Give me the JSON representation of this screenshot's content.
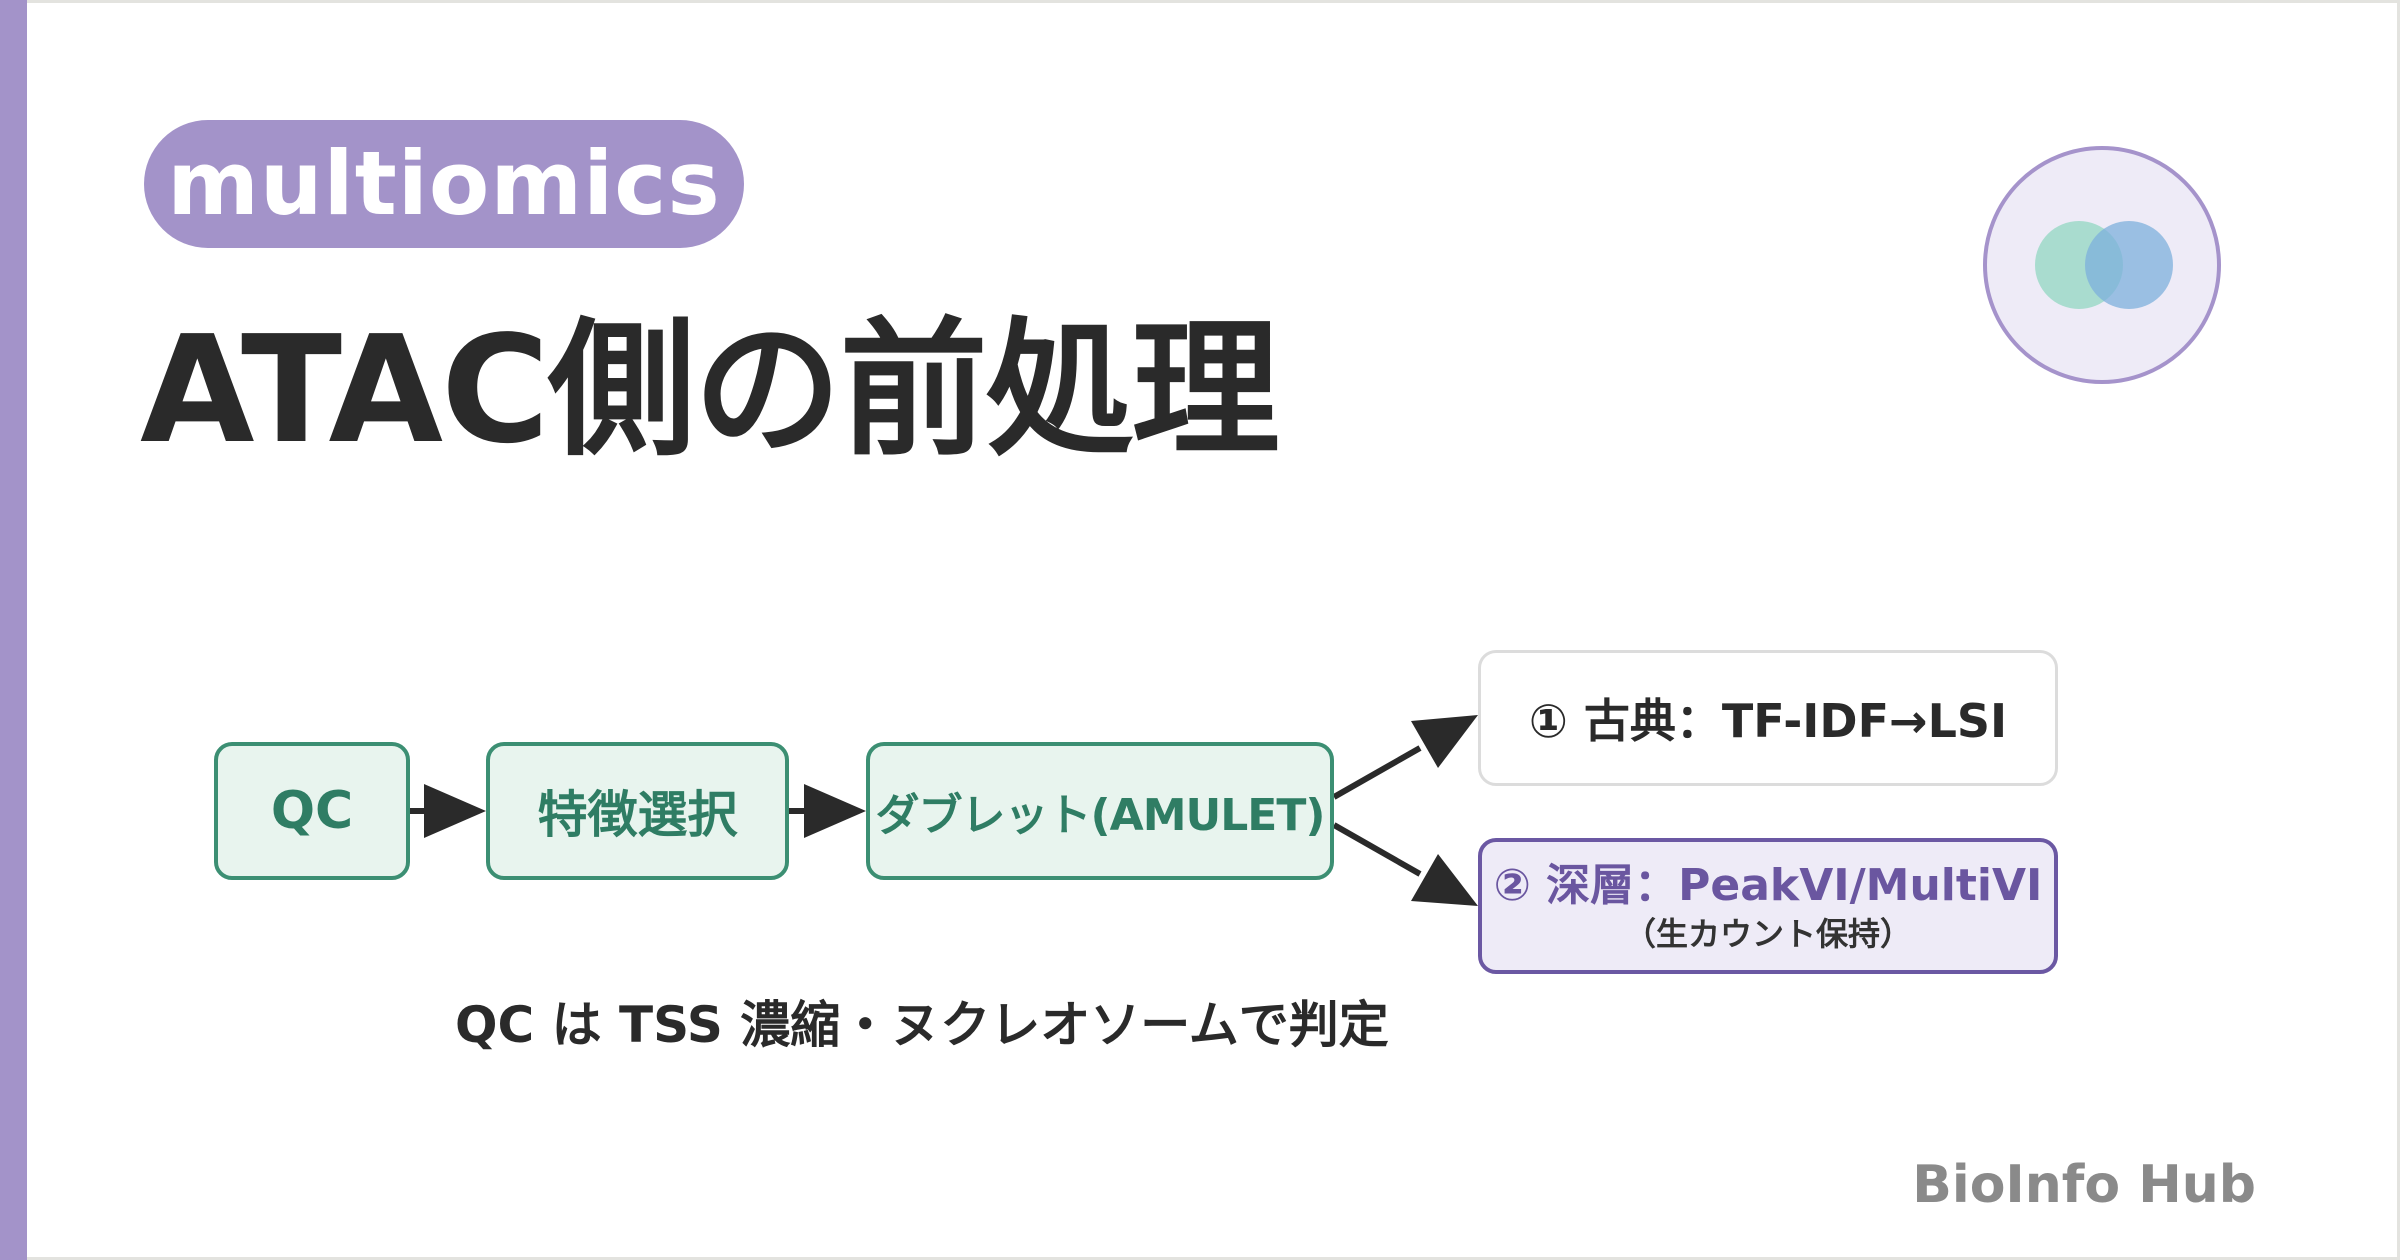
{
  "tag": "multiomics",
  "title": "ATAC側の前処理",
  "flow": {
    "steps": [
      "QC",
      "特徴選択",
      "ダブレット(AMULET)"
    ],
    "branches": {
      "classic": "① 古典：TF-IDF→LSI",
      "deep": "② 深層：PeakVI/MultiVI",
      "deep_note": "（生カウント保持）"
    }
  },
  "note": "QC は TSS 濃縮・ヌクレオソームで判定",
  "brand": "BioInfo Hub",
  "colors": {
    "accent": "#a393c9",
    "step_fill": "#e8f4ee",
    "step_border": "#3c8f73",
    "step_text": "#2f7d64",
    "deep_fill": "#eeebf7",
    "deep_border": "#6b58a3",
    "deep_text": "#6a56a0",
    "arrow": "#2a2a2a"
  }
}
